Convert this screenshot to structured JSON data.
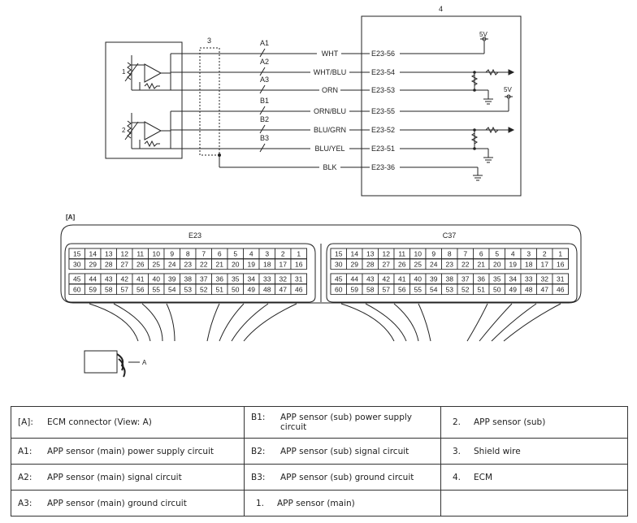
{
  "schematic": {
    "ecm_callout": "4",
    "shield_callout": "3",
    "sensor_main_callout": "1",
    "sensor_sub_callout": "2",
    "circuits": [
      {
        "id": "A1",
        "wire": "WHT",
        "terminal": "E23-56"
      },
      {
        "id": "A2",
        "wire": "WHT/BLU",
        "terminal": "E23-54"
      },
      {
        "id": "A3",
        "wire": "ORN",
        "terminal": "E23-53"
      },
      {
        "id": "B1",
        "wire": "ORN/BLU",
        "terminal": "E23-55"
      },
      {
        "id": "B2",
        "wire": "BLU/GRN",
        "terminal": "E23-52"
      },
      {
        "id": "B3",
        "wire": "BLU/YEL",
        "terminal": "E23-51"
      },
      {
        "id": "",
        "wire": "BLK",
        "terminal": "E23-36"
      }
    ],
    "supply_voltage_1": "5V",
    "supply_voltage_2": "5V"
  },
  "connector_view": {
    "label": "[A]",
    "connectors": [
      {
        "name": "E23"
      },
      {
        "name": "C37"
      }
    ],
    "pin_rows": [
      [
        "15",
        "14",
        "13",
        "12",
        "11",
        "10",
        "9",
        "8",
        "7",
        "6",
        "5",
        "4",
        "3",
        "2",
        "1"
      ],
      [
        "30",
        "29",
        "28",
        "27",
        "26",
        "25",
        "24",
        "23",
        "22",
        "21",
        "20",
        "19",
        "18",
        "17",
        "16"
      ],
      [
        "45",
        "44",
        "43",
        "42",
        "41",
        "40",
        "39",
        "38",
        "37",
        "36",
        "35",
        "34",
        "33",
        "32",
        "31"
      ],
      [
        "60",
        "59",
        "58",
        "57",
        "56",
        "55",
        "54",
        "53",
        "52",
        "51",
        "50",
        "49",
        "48",
        "47",
        "46"
      ]
    ],
    "view_arrow_label": "A"
  },
  "legend": [
    [
      {
        "key": "[A]:",
        "text": "ECM connector (View: A)"
      },
      {
        "key": "B1:",
        "text": "APP sensor (sub) power supply circuit"
      },
      {
        "key": "2.",
        "text": "APP sensor (sub)"
      }
    ],
    [
      {
        "key": "A1:",
        "text": "APP sensor (main) power supply circuit"
      },
      {
        "key": "B2:",
        "text": "APP sensor (sub) signal circuit"
      },
      {
        "key": "3.",
        "text": "Shield wire"
      }
    ],
    [
      {
        "key": "A2:",
        "text": "APP sensor (main) signal circuit"
      },
      {
        "key": "B3:",
        "text": "APP sensor (sub) ground circuit"
      },
      {
        "key": "4.",
        "text": "ECM"
      }
    ],
    [
      {
        "key": "A3:",
        "text": "APP sensor (main) ground circuit"
      },
      {
        "key": "1.",
        "text": "APP sensor (main)"
      },
      {
        "key": "",
        "text": ""
      }
    ]
  ]
}
